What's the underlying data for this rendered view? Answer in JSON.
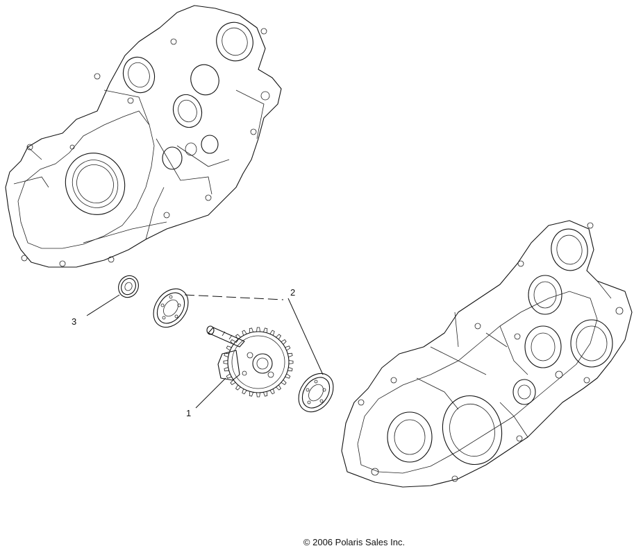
{
  "callouts": [
    {
      "id": "1",
      "label": "1"
    },
    {
      "id": "2",
      "label": "2"
    },
    {
      "id": "3",
      "label": "3"
    }
  ],
  "copyright": "© 2006 Polaris Sales Inc."
}
